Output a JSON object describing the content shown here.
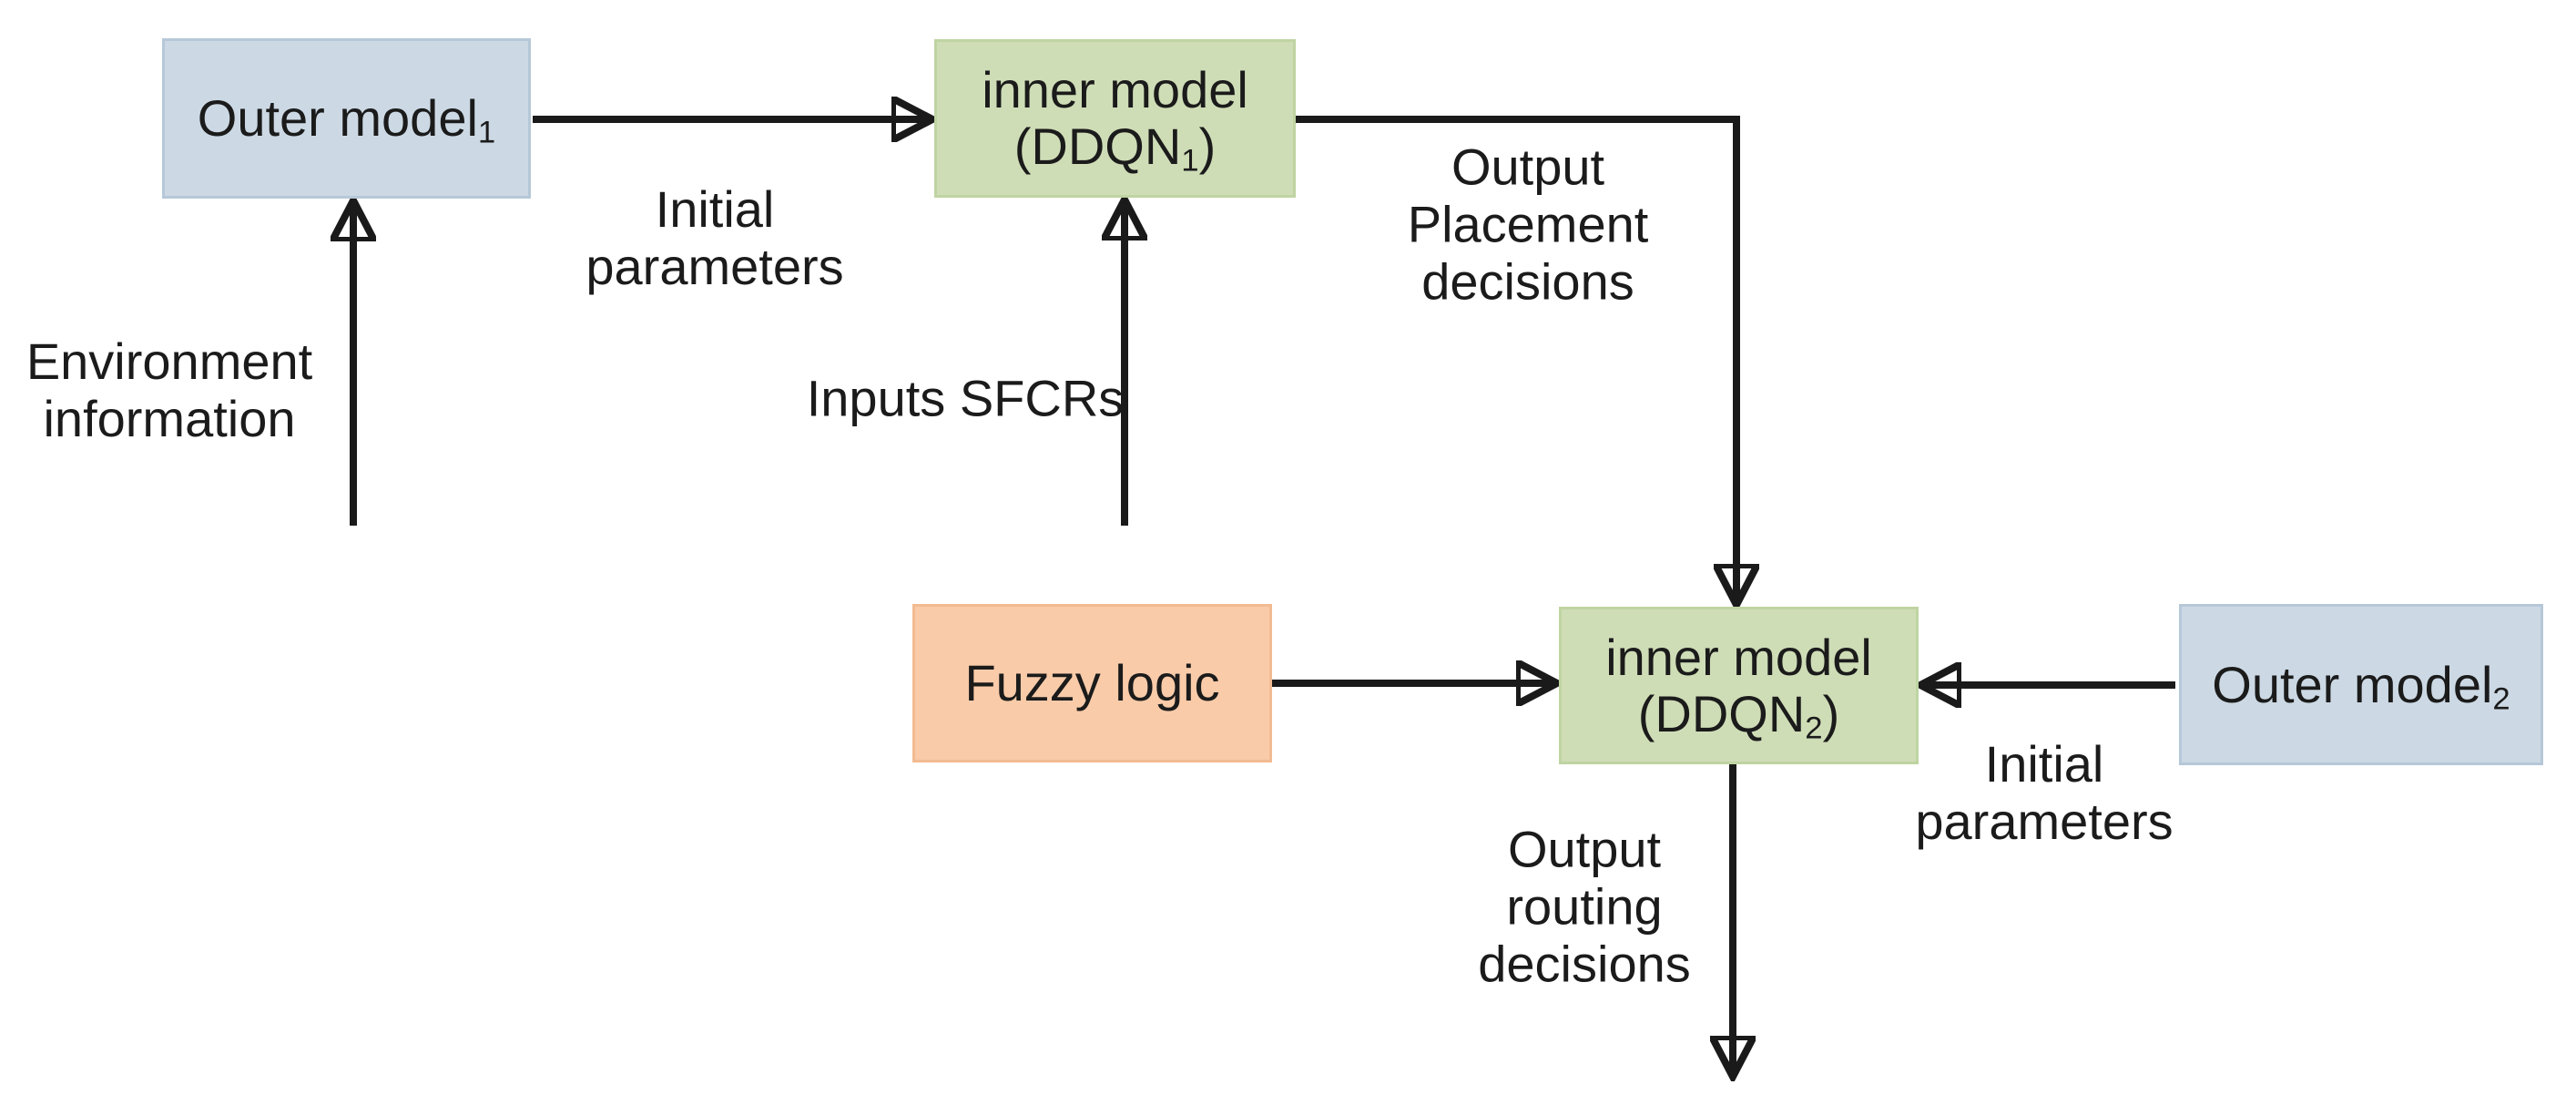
{
  "figure_type": "flow-diagram",
  "colors": {
    "background": "#ffffff",
    "box_blue_fill": "#ccd9e4",
    "box_blue_border": "#b6c8d8",
    "box_green_fill": "#cfddb7",
    "box_green_border": "#bfd4a2",
    "box_orange_fill": "#f9cba9",
    "box_orange_border": "#f2bb92",
    "arrow": "#1a1a1a",
    "text": "#1b1b1b"
  },
  "nodes": {
    "outer_model_1": {
      "text": "Outer model",
      "sub": "1"
    },
    "inner_model_1": {
      "line1": "inner model",
      "line2_open": "(DDQN",
      "line2_sub": "1",
      "line2_close": ")"
    },
    "fuzzy_logic": {
      "text": "Fuzzy logic"
    },
    "inner_model_2": {
      "line1": "inner model",
      "line2_open": "(DDQN",
      "line2_sub": "2",
      "line2_close": ")"
    },
    "outer_model_2": {
      "text": "Outer model",
      "sub": "2"
    }
  },
  "edge_labels": {
    "environment_information": {
      "line1": "Environment",
      "line2": "information"
    },
    "initial_parameters_1": {
      "line1": "Initial",
      "line2": "parameters"
    },
    "inputs_sfcrs": {
      "line1": "Inputs SFCRs"
    },
    "output_placement_decisions": {
      "line1": "Output",
      "line2": "Placement",
      "line3": "decisions"
    },
    "initial_parameters_2": {
      "line1": "Initial",
      "line2": "parameters"
    },
    "output_routing_decisions": {
      "line1": "Output",
      "line2": "routing",
      "line3": "decisions"
    }
  },
  "edges": [
    {
      "from": "environment-input",
      "to": "outer-model-1",
      "label": "Environment information"
    },
    {
      "from": "outer-model-1",
      "to": "inner-model-ddqn1",
      "label": "Initial parameters"
    },
    {
      "from": "sfcr-input",
      "to": "inner-model-ddqn1",
      "label": "Inputs SFCRs"
    },
    {
      "from": "inner-model-ddqn1",
      "to": "inner-model-ddqn2",
      "label": "Output Placement decisions"
    },
    {
      "from": "fuzzy-logic",
      "to": "inner-model-ddqn2",
      "label": ""
    },
    {
      "from": "outer-model-2",
      "to": "inner-model-ddqn2",
      "label": "Initial parameters"
    },
    {
      "from": "inner-model-ddqn2",
      "to": "routing-output",
      "label": "Output routing decisions"
    }
  ]
}
